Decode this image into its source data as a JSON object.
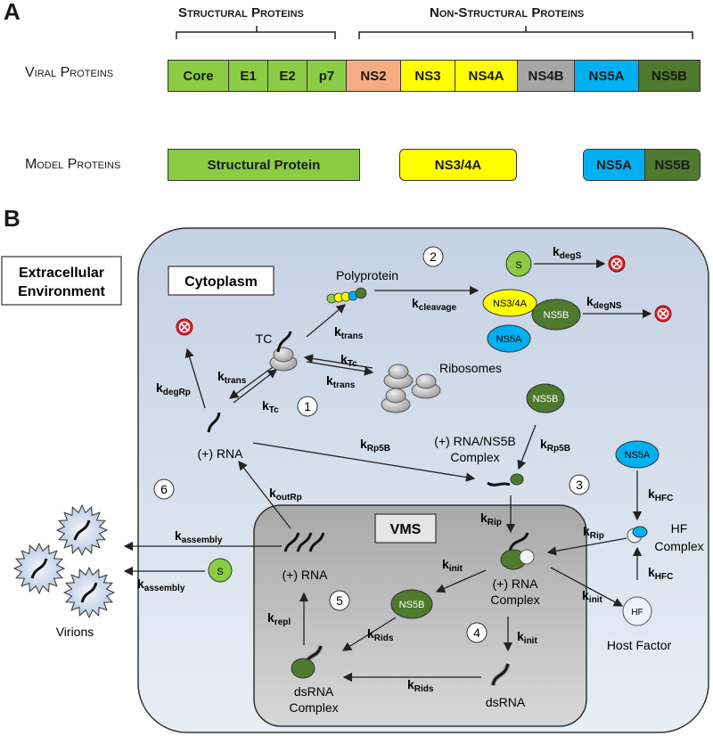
{
  "panel_a": {
    "letter": "A",
    "structural_header": "Structural Proteins",
    "nonstructural_header": "Non-Structural Proteins",
    "viral_label": "Viral Proteins",
    "model_label": "Model Proteins",
    "viral_segments": [
      {
        "label": "Core",
        "color": "#8ccc44"
      },
      {
        "label": "E1",
        "color": "#8ccc44"
      },
      {
        "label": "E2",
        "color": "#8ccc44"
      },
      {
        "label": "p7",
        "color": "#8ccc44"
      },
      {
        "label": "NS2",
        "color": "#f4ad82"
      },
      {
        "label": "NS3",
        "color": "#ffff00"
      },
      {
        "label": "NS4A",
        "color": "#ffff00"
      },
      {
        "label": "NS4B",
        "color": "#a6a6a6"
      },
      {
        "label": "NS5A",
        "color": "#00b0f0"
      },
      {
        "label": "NS5B",
        "color": "#4e7a2e"
      }
    ],
    "model_structural": "Structural Protein",
    "model_ns34a": "NS3/4A",
    "model_ns5a": "NS5A",
    "model_ns5b": "NS5B"
  },
  "panel_b": {
    "letter": "B",
    "extracellular": "Extracellular\nEnvironment",
    "cytoplasm": "Cytoplasm",
    "vms": "VMS",
    "polyprotein": "Polyprotein",
    "tc": "TC",
    "ribosomes": "Ribosomes",
    "plus_rna": "(+) RNA",
    "plus_rna_ns5b": "(+) RNA/NS5B",
    "complex": "Complex",
    "hf_complex_1": "HF",
    "hf_complex_2": "Complex",
    "hf": "HF",
    "host_factor": "Host Factor",
    "plus_rna_complex_1": "(+) RNA",
    "plus_rna_complex_2": "Complex",
    "dsrna": "dsRNA",
    "dsrna_complex_1": "dsRNA",
    "dsrna_complex_2": "Complex",
    "virions": "Virions",
    "vms_plus_rna": "(+) RNA",
    "s_label": "S",
    "ns34a": "NS3/4A",
    "ns5a": "NS5A",
    "ns5b": "NS5B",
    "step_numbers": [
      "1",
      "2",
      "3",
      "4",
      "5",
      "6"
    ],
    "rates": {
      "k": "k",
      "trans": "trans",
      "tc": "Tc",
      "degRp": "degRp",
      "cleavage": "cleavage",
      "degS": "degS",
      "degNS": "degNS",
      "Rp5B": "Rp5B",
      "HFC": "HFC",
      "Rip": "Rip",
      "init": "init",
      "Rids": "Rids",
      "repl": "repl",
      "outRp": "outRp",
      "assembly": "assembly"
    },
    "colors": {
      "cell": "#c8d4e4",
      "vms": "#bdbdbd",
      "green_light": "#8ccc44",
      "green_dark": "#4e7a2e",
      "yellow": "#ffff00",
      "blue": "#00b0f0",
      "degrade": "#e0202a"
    }
  }
}
